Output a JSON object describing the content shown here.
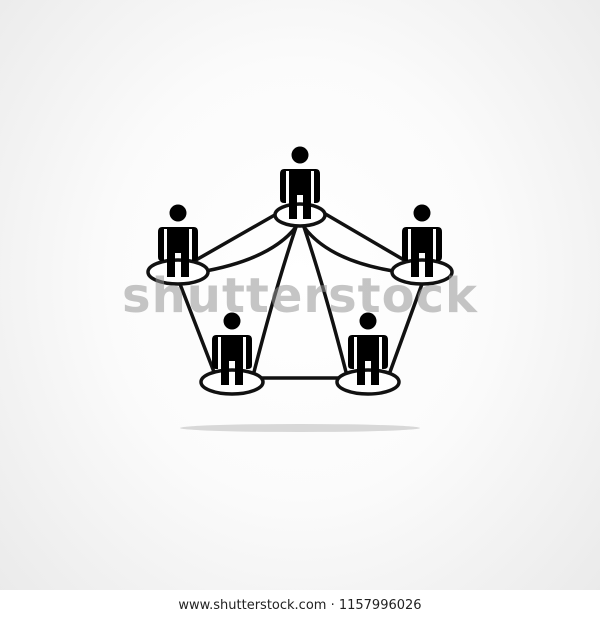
{
  "image": {
    "background_color": "#f6f6f6",
    "line_color": "#111111",
    "figure_color": "#000000"
  },
  "diagram": {
    "nodes": [
      {
        "id": "person-top-center",
        "icon": "person-icon"
      },
      {
        "id": "person-top-left",
        "icon": "person-icon"
      },
      {
        "id": "person-top-right",
        "icon": "person-icon"
      },
      {
        "id": "person-bottom-left",
        "icon": "person-icon"
      },
      {
        "id": "person-bottom-right",
        "icon": "person-icon"
      }
    ],
    "edges": [
      [
        "person-top-left",
        "person-top-center"
      ],
      [
        "person-top-center",
        "person-top-right"
      ],
      [
        "person-top-left",
        "person-bottom-left"
      ],
      [
        "person-top-right",
        "person-bottom-right"
      ],
      [
        "person-bottom-left",
        "person-bottom-right"
      ],
      [
        "person-top-center",
        "person-bottom-left"
      ],
      [
        "person-top-center",
        "person-bottom-right"
      ]
    ]
  },
  "watermark": {
    "text": "shutterstock"
  },
  "footer": {
    "text": "www.shutterstock.com · 1157996026"
  }
}
